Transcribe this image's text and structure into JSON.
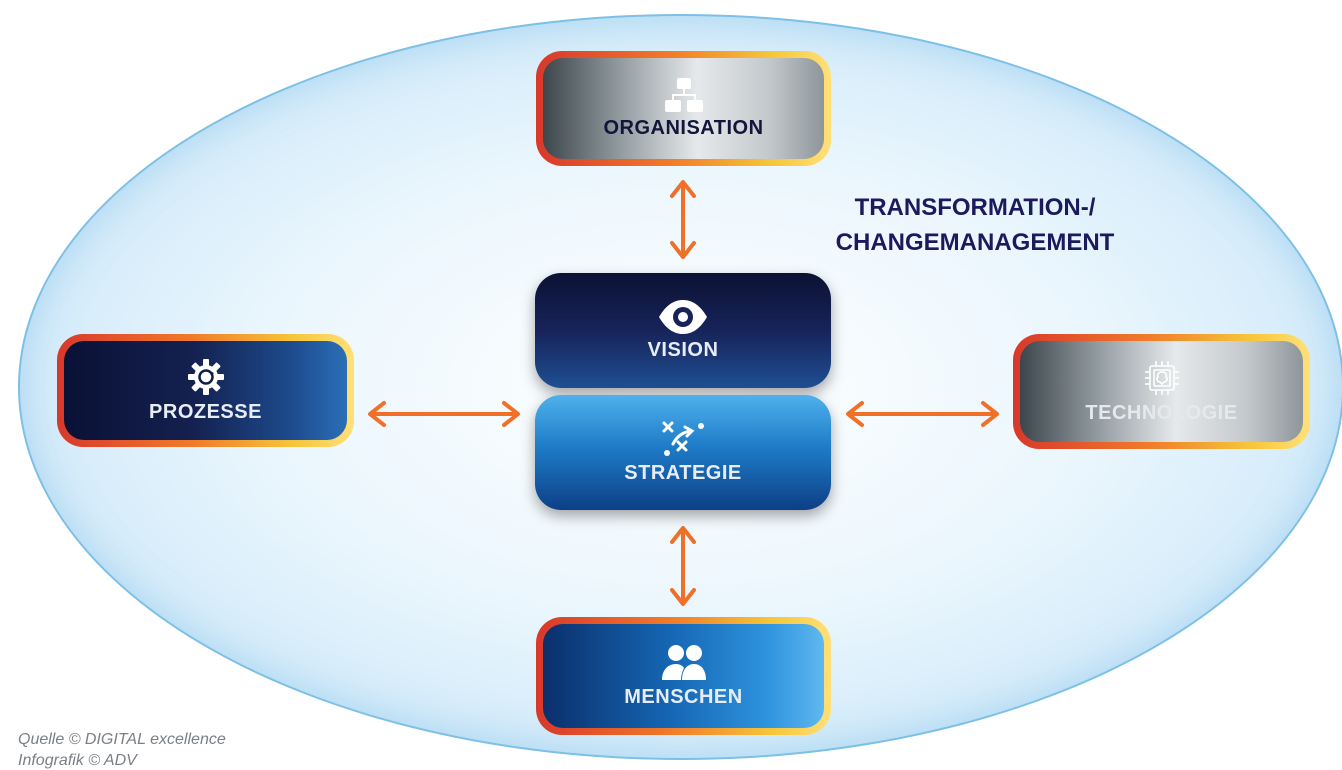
{
  "diagram": {
    "title_line1": "TRANSFORMATION-/",
    "title_line2": "CHANGEMANAGEMENT",
    "nodes": {
      "organisation": {
        "label": "ORGANISATION",
        "icon": "org-chart-icon"
      },
      "prozesse": {
        "label": "PROZESSE",
        "icon": "gear-icon"
      },
      "technologie": {
        "label": "TECHNOLOGIE",
        "icon": "chip-icon"
      },
      "menschen": {
        "label": "MENSCHEN",
        "icon": "people-icon"
      },
      "vision": {
        "label": "VISION",
        "icon": "eye-icon"
      },
      "strategie": {
        "label": "STRATEGIE",
        "icon": "strategy-icon"
      }
    },
    "colors": {
      "arrow": "#f0702a",
      "frame_start": "#d8382b",
      "frame_end": "#ffe079",
      "title": "#1c1a5c"
    }
  },
  "footer": {
    "source": "Quelle © DIGITAL excellence",
    "infographic": "Infografik © ADV"
  }
}
